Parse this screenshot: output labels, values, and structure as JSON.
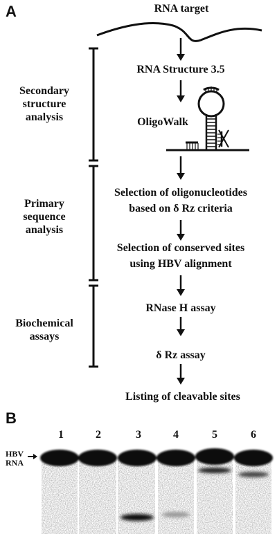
{
  "panel_a": {
    "letter": "A",
    "target": "RNA target",
    "steps": {
      "structure": "RNA Structure 3.5",
      "oligowalk": "OligoWalk",
      "sel_oligo_1": "Selection of oligonucleotides",
      "sel_oligo_2": "based on δ Rz criteria",
      "sel_cons_1": "Selection of conserved sites",
      "sel_cons_2": "using HBV alignment",
      "rnase": "RNase H assay",
      "drz": "δ Rz assay",
      "listing": "Listing of cleavable sites"
    },
    "sections": {
      "secondary": [
        "Secondary",
        "structure",
        "analysis"
      ],
      "primary": [
        "Primary",
        "sequence",
        "analysis"
      ],
      "biochem": [
        "Biochemical",
        "assays"
      ]
    }
  },
  "panel_b": {
    "letter": "B",
    "lanes": [
      "1",
      "2",
      "3",
      "4",
      "5",
      "6"
    ],
    "marker": [
      "HBV",
      "RNA"
    ]
  }
}
